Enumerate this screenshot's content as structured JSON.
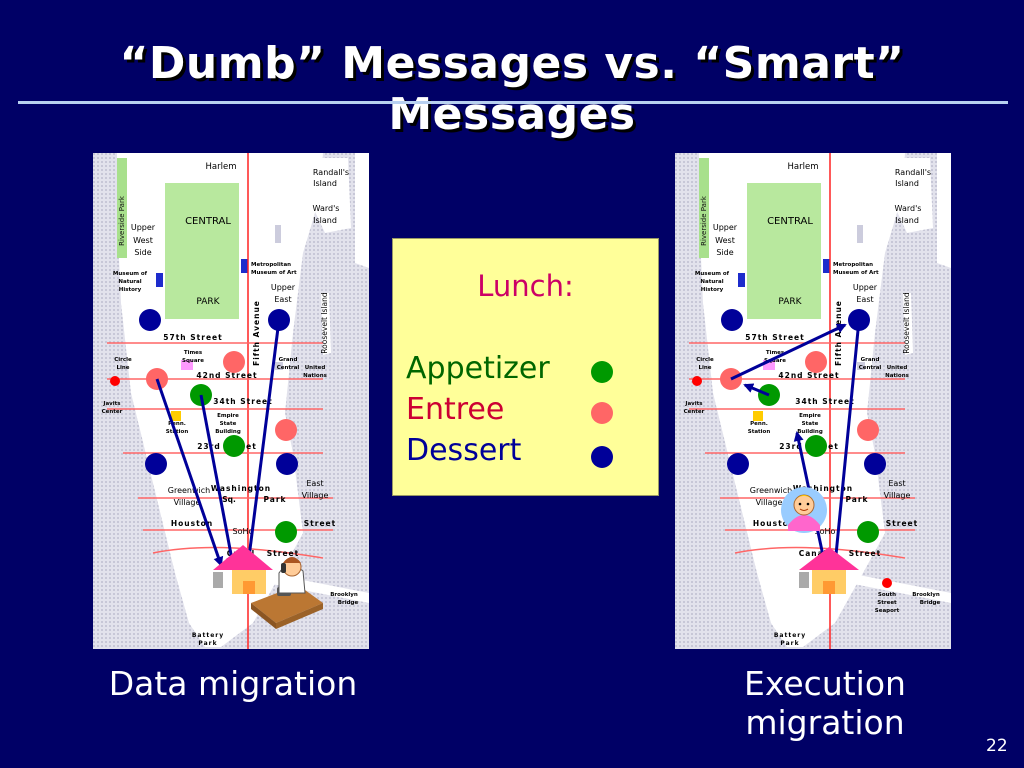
{
  "slide": {
    "title": "“Dumb” Messages vs. “Smart” Messages",
    "page_number": "22"
  },
  "colors": {
    "background": "#000066",
    "appetizer": "#009900",
    "entree": "#ff6666",
    "dessert": "#000099",
    "arrow": "#000099",
    "house": "#ff3399"
  },
  "menu": {
    "title": "Lunch:",
    "items": [
      {
        "label": "Appetizer",
        "color": "#006600",
        "dot": "#009900"
      },
      {
        "label": "Entree",
        "color": "#cc0033",
        "dot": "#ff6666"
      },
      {
        "label": "Dessert",
        "color": "#000099",
        "dot": "#000099"
      }
    ]
  },
  "map_labels": {
    "harlem": "Harlem",
    "riverside_park": "Riverside Park",
    "randalls_1": "Randall's",
    "randalls_2": "Island",
    "wards_1": "Ward's",
    "wards_2": "Island",
    "central": "CENTRAL",
    "park": "PARK",
    "upper_west_1": "Upper",
    "upper_west_2": "West",
    "upper_west_3": "Side",
    "met_1": "Metropolitan",
    "met_2": "Museum of Art",
    "amnh_1": "Museum of",
    "amnh_2": "Natural",
    "amnh_3": "History",
    "upper_east_1": "Upper",
    "upper_east_2": "East",
    "fifth_avenue": "Fifth Avenue",
    "roosevelt": "Roosevelt Island",
    "st57": "57th Street",
    "times_1": "Times",
    "times_2": "Square",
    "grand_1": "Grand",
    "grand_2": "Central",
    "st42": "42nd Street",
    "un_1": "United",
    "un_2": "Nations",
    "circle_1": "Circle",
    "circle_2": "Line",
    "st34": "34th Street",
    "javits_1": "Javits",
    "javits_2": "Center",
    "penn_1": "Penn.",
    "penn_2": "Station",
    "empire_1": "Empire",
    "empire_2": "State",
    "empire_3": "Building",
    "st23": "23rd Street",
    "east_village_1": "East",
    "east_village_2": "Village",
    "greenwich_1": "Greenwich",
    "greenwich_2": "Village",
    "washington_1": "Washington",
    "washington_2": "Sq.",
    "washington_3": "Park",
    "houston": "Houston",
    "soho": "SoHo",
    "street": "Street",
    "canal": "Canal",
    "seaport_1": "South",
    "seaport_2": "Street",
    "seaport_3": "Seaport",
    "brooklyn_1": "Brooklyn",
    "brooklyn_2": "Bridge",
    "battery_1": "Battery",
    "battery_2": "Park"
  },
  "diagrams": [
    {
      "caption": "Data migration"
    },
    {
      "caption": "Execution migration"
    }
  ]
}
